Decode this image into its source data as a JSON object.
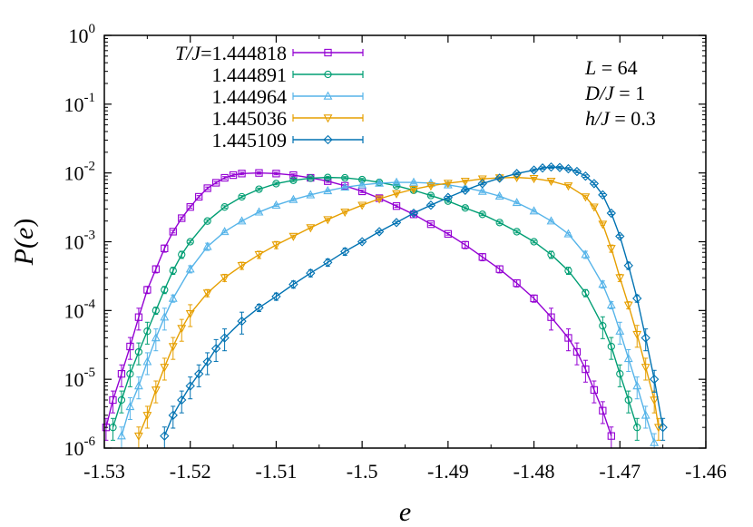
{
  "chart_data": {
    "type": "scatter",
    "title": "",
    "xlabel": "e",
    "ylabel_var": "P(",
    "ylabel_arg": "e",
    "ylabel_close": ")",
    "ylog": true,
    "xlim": [
      -1.53,
      -1.46
    ],
    "ylim": [
      1e-06,
      1
    ],
    "x_ticks": [
      {
        "v": -1.53,
        "label": "-1.53"
      },
      {
        "v": -1.52,
        "label": "-1.52"
      },
      {
        "v": -1.51,
        "label": "-1.51"
      },
      {
        "v": -1.5,
        "label": "-1.5"
      },
      {
        "v": -1.49,
        "label": "-1.49"
      },
      {
        "v": -1.48,
        "label": "-1.48"
      },
      {
        "v": -1.47,
        "label": "-1.47"
      },
      {
        "v": -1.46,
        "label": "-1.46"
      }
    ],
    "y_ticks": [
      {
        "exp": 0,
        "base": "10",
        "sup": "0"
      },
      {
        "exp": -1,
        "base": "10",
        "sup": "-1"
      },
      {
        "exp": -2,
        "base": "10",
        "sup": "-2"
      },
      {
        "exp": -3,
        "base": "10",
        "sup": "-3"
      },
      {
        "exp": -4,
        "base": "10",
        "sup": "-4"
      },
      {
        "exp": -5,
        "base": "10",
        "sup": "-5"
      },
      {
        "exp": -6,
        "base": "10",
        "sup": "-6"
      }
    ],
    "legend_position": "top-left",
    "legend_prefix": "T/J",
    "legend_eq": "=",
    "annotations": [
      {
        "var": "L",
        "rest": " = 64"
      },
      {
        "var": "D/J",
        "rest": " = 1"
      },
      {
        "var": "h/J",
        "rest": " = 0.3"
      }
    ],
    "series": [
      {
        "name": "1.444818",
        "color": "#9400d3",
        "marker": "square",
        "x": [
          -1.5298,
          -1.529,
          -1.528,
          -1.527,
          -1.526,
          -1.525,
          -1.524,
          -1.523,
          -1.522,
          -1.521,
          -1.52,
          -1.519,
          -1.518,
          -1.517,
          -1.516,
          -1.515,
          -1.514,
          -1.512,
          -1.51,
          -1.508,
          -1.506,
          -1.504,
          -1.502,
          -1.5,
          -1.498,
          -1.496,
          -1.494,
          -1.492,
          -1.49,
          -1.488,
          -1.486,
          -1.484,
          -1.482,
          -1.48,
          -1.478,
          -1.476,
          -1.475,
          -1.474,
          -1.473,
          -1.472,
          -1.471
        ],
        "y": [
          2e-06,
          5e-06,
          1.2e-05,
          3e-05,
          8e-05,
          0.0002,
          0.0004,
          0.0008,
          0.0014,
          0.0022,
          0.0032,
          0.0045,
          0.006,
          0.0072,
          0.0085,
          0.0093,
          0.0098,
          0.01,
          0.0098,
          0.0093,
          0.0085,
          0.0076,
          0.0065,
          0.0054,
          0.0043,
          0.0033,
          0.0025,
          0.0018,
          0.0013,
          0.0009,
          0.0006,
          0.0004,
          0.00025,
          0.00015,
          8e-05,
          4e-05,
          2.5e-05,
          1.4e-05,
          7e-06,
          3.5e-06,
          1.5e-06
        ]
      },
      {
        "name": "1.444891",
        "color": "#009e73",
        "marker": "circle",
        "x": [
          -1.529,
          -1.528,
          -1.527,
          -1.526,
          -1.525,
          -1.524,
          -1.523,
          -1.522,
          -1.521,
          -1.52,
          -1.518,
          -1.516,
          -1.514,
          -1.512,
          -1.51,
          -1.508,
          -1.506,
          -1.504,
          -1.502,
          -1.5,
          -1.498,
          -1.496,
          -1.494,
          -1.492,
          -1.49,
          -1.488,
          -1.486,
          -1.484,
          -1.482,
          -1.48,
          -1.478,
          -1.476,
          -1.474,
          -1.472,
          -1.471,
          -1.47,
          -1.469,
          -1.468
        ],
        "y": [
          2e-06,
          5e-06,
          1.2e-05,
          2.5e-05,
          5e-05,
          0.0001,
          0.0002,
          0.00038,
          0.00065,
          0.001,
          0.002,
          0.0032,
          0.0045,
          0.0058,
          0.007,
          0.0078,
          0.0084,
          0.0086,
          0.0085,
          0.008,
          0.0073,
          0.0065,
          0.0056,
          0.0047,
          0.0039,
          0.0031,
          0.0025,
          0.0019,
          0.0014,
          0.001,
          0.00065,
          0.00038,
          0.00018,
          6e-05,
          3e-05,
          1.2e-05,
          5e-06,
          2e-06
        ]
      },
      {
        "name": "1.444964",
        "color": "#56b4e9",
        "marker": "triangle-up",
        "x": [
          -1.528,
          -1.527,
          -1.526,
          -1.525,
          -1.524,
          -1.523,
          -1.522,
          -1.52,
          -1.518,
          -1.516,
          -1.514,
          -1.512,
          -1.51,
          -1.508,
          -1.506,
          -1.504,
          -1.502,
          -1.5,
          -1.498,
          -1.496,
          -1.494,
          -1.492,
          -1.49,
          -1.488,
          -1.486,
          -1.484,
          -1.482,
          -1.48,
          -1.478,
          -1.476,
          -1.474,
          -1.472,
          -1.471,
          -1.47,
          -1.469,
          -1.468,
          -1.467,
          -1.466
        ],
        "y": [
          1.5e-06,
          4e-06,
          8e-06,
          1.8e-05,
          4e-05,
          8e-05,
          0.00015,
          0.0004,
          0.00085,
          0.0014,
          0.002,
          0.0027,
          0.0034,
          0.0041,
          0.0048,
          0.0055,
          0.0062,
          0.0067,
          0.0071,
          0.0073,
          0.0073,
          0.0071,
          0.0067,
          0.0061,
          0.0054,
          0.0046,
          0.0037,
          0.0028,
          0.002,
          0.0013,
          0.00065,
          0.00024,
          0.00012,
          5e-05,
          2e-05,
          8e-06,
          3e-06,
          1.2e-06
        ]
      },
      {
        "name": "1.445036",
        "color": "#e69f00",
        "marker": "triangle-down",
        "x": [
          -1.526,
          -1.525,
          -1.524,
          -1.523,
          -1.522,
          -1.521,
          -1.52,
          -1.518,
          -1.516,
          -1.514,
          -1.512,
          -1.51,
          -1.508,
          -1.506,
          -1.504,
          -1.502,
          -1.5,
          -1.498,
          -1.496,
          -1.494,
          -1.492,
          -1.49,
          -1.488,
          -1.486,
          -1.484,
          -1.482,
          -1.48,
          -1.478,
          -1.476,
          -1.474,
          -1.473,
          -1.472,
          -1.471,
          -1.47,
          -1.469,
          -1.468,
          -1.467,
          -1.466,
          -1.4655
        ],
        "y": [
          1.5e-06,
          3e-06,
          7e-06,
          1.5e-05,
          3e-05,
          5.5e-05,
          9e-05,
          0.00018,
          0.0003,
          0.00045,
          0.00065,
          0.0009,
          0.0012,
          0.0016,
          0.0021,
          0.0027,
          0.0034,
          0.0042,
          0.005,
          0.0058,
          0.0065,
          0.0071,
          0.0076,
          0.0082,
          0.0085,
          0.0086,
          0.0083,
          0.0076,
          0.0065,
          0.0045,
          0.0032,
          0.0018,
          0.0008,
          0.0003,
          0.00012,
          4.5e-05,
          1.5e-05,
          5e-06,
          2e-06
        ]
      },
      {
        "name": "1.445109",
        "color": "#0072b2",
        "marker": "diamond",
        "x": [
          -1.523,
          -1.522,
          -1.521,
          -1.52,
          -1.519,
          -1.518,
          -1.517,
          -1.516,
          -1.514,
          -1.512,
          -1.51,
          -1.508,
          -1.506,
          -1.504,
          -1.502,
          -1.5,
          -1.498,
          -1.496,
          -1.494,
          -1.492,
          -1.49,
          -1.488,
          -1.486,
          -1.484,
          -1.482,
          -1.48,
          -1.479,
          -1.478,
          -1.477,
          -1.476,
          -1.475,
          -1.474,
          -1.473,
          -1.472,
          -1.471,
          -1.47,
          -1.469,
          -1.468,
          -1.467,
          -1.466,
          -1.465
        ],
        "y": [
          1.5e-06,
          3e-06,
          5e-06,
          8e-06,
          1.2e-05,
          1.8e-05,
          2.8e-05,
          4e-05,
          7e-05,
          0.00011,
          0.00016,
          0.00024,
          0.00035,
          0.0005,
          0.00072,
          0.001,
          0.0014,
          0.0019,
          0.0026,
          0.0034,
          0.0044,
          0.0056,
          0.007,
          0.0084,
          0.0098,
          0.011,
          0.0118,
          0.0122,
          0.012,
          0.0115,
          0.0105,
          0.009,
          0.007,
          0.0048,
          0.0026,
          0.0012,
          0.00045,
          0.00015,
          4e-05,
          1e-05,
          2e-06
        ]
      }
    ]
  }
}
